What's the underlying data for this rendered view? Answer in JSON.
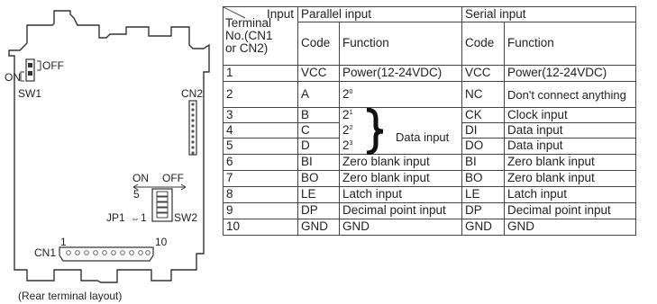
{
  "diagram": {
    "sw1_off_label": "OFF",
    "sw1_on_label": "ON",
    "sw1_label": "SW1",
    "cn2_label": "CN2",
    "sw2_on_label": "ON",
    "sw2_off_label": "OFF",
    "sw2_pin5_label": "5",
    "jp1_label": "JP1",
    "jp1_pin_label": "1",
    "sw2_label": "SW2",
    "cn1_label": "CN1",
    "cn1_pin1_label": "1",
    "cn1_pin10_label": "10",
    "caption": "(Rear terminal layout)"
  },
  "table": {
    "corner_top": "Input",
    "corner_bottom": [
      "Terminal",
      "No.(CN1",
      "or CN2)"
    ],
    "parallel_header": "Parallel input",
    "serial_header": "Serial input",
    "code_header": "Code",
    "function_header": "Function",
    "data_input_label": "Data input",
    "bit_base": "2",
    "rows": [
      {
        "no": "1",
        "p_code": "VCC",
        "p_func": "Power(12-24VDC)",
        "s_code": "VCC",
        "s_func": "Power(12-24VDC)"
      },
      {
        "no": "2",
        "p_code": "A",
        "p_exp": "0",
        "s_code": "NC",
        "s_func": "Don't connect anything"
      },
      {
        "no": "3",
        "p_code": "B",
        "p_exp": "1",
        "s_code": "CK",
        "s_func": "Clock input"
      },
      {
        "no": "4",
        "p_code": "C",
        "p_exp": "2",
        "s_code": "DI",
        "s_func": "Data input"
      },
      {
        "no": "5",
        "p_code": "D",
        "p_exp": "3",
        "s_code": "DO",
        "s_func": "Data input"
      },
      {
        "no": "6",
        "p_code": "BI",
        "p_func": "Zero blank input",
        "s_code": "BI",
        "s_func": "Zero blank input"
      },
      {
        "no": "7",
        "p_code": "BO",
        "p_func": "Zero blank input",
        "s_code": "BO",
        "s_func": "Zero blank input"
      },
      {
        "no": "8",
        "p_code": "LE",
        "p_func": "Latch  input",
        "s_code": "LE",
        "s_func": "Latch  input"
      },
      {
        "no": "9",
        "p_code": "DP",
        "p_func": "Decimal point input",
        "s_code": "DP",
        "s_func": "Decimal point input"
      },
      {
        "no": "10",
        "p_code": "GND",
        "p_func": "GND",
        "s_code": "GND",
        "s_func": "GND"
      }
    ]
  }
}
